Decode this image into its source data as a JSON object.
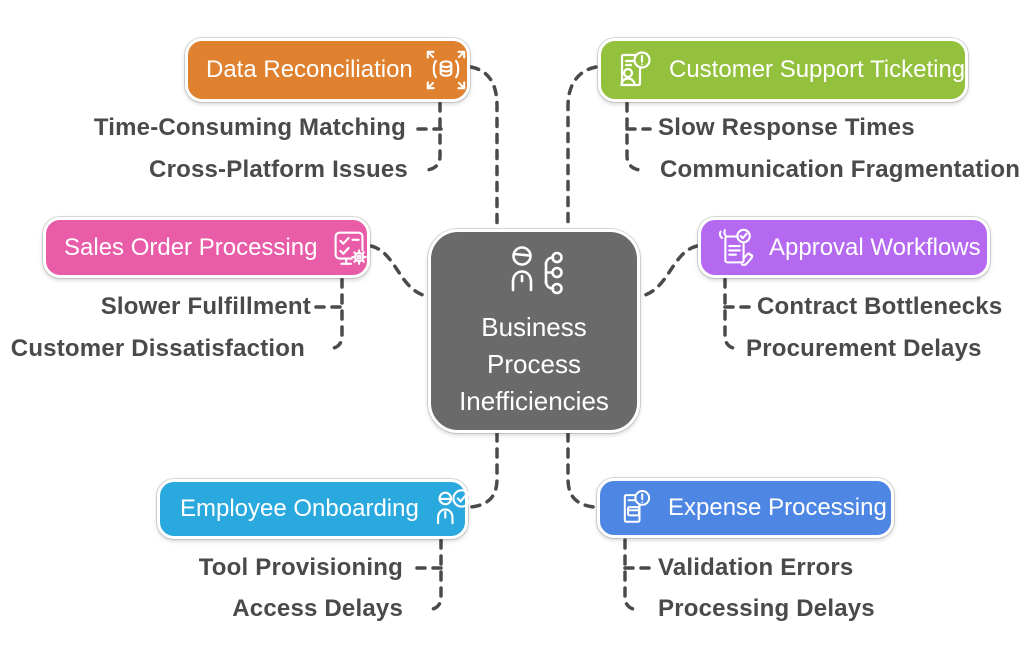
{
  "page": {
    "background": "#FFFFFF",
    "connector_color": "#4A4A4A",
    "text_color": "#4A4A4A"
  },
  "center": {
    "color": "#6A6A6A",
    "icon": "person-network-icon",
    "lines": [
      "Business",
      "Process",
      "Inefficiencies"
    ]
  },
  "branches": [
    {
      "label": "Data Reconciliation",
      "color": "#DF812F",
      "icon": "data-sync-icon",
      "children": [
        "Time-Consuming Matching",
        "Cross-Platform Issues"
      ]
    },
    {
      "label": "Customer Support Ticketing",
      "color": "#94C13D",
      "icon": "support-ticket-icon",
      "children": [
        "Slow Response Times",
        "Communication Fragmentation"
      ]
    },
    {
      "label": "Sales Order Processing",
      "color": "#E95CA8",
      "icon": "checklist-gear-icon",
      "children": [
        "Slower Fulfillment",
        "Customer Dissatisfaction"
      ]
    },
    {
      "label": "Approval Workflows",
      "color": "#B569F0",
      "icon": "contract-approval-icon",
      "children": [
        "Contract Bottlenecks",
        "Procurement Delays"
      ]
    },
    {
      "label": "Employee Onboarding",
      "color": "#29A9DD",
      "icon": "person-check-icon",
      "children": [
        "Tool Provisioning",
        "Access Delays"
      ]
    },
    {
      "label": "Expense Processing",
      "color": "#4E87E3",
      "icon": "receipt-alert-icon",
      "children": [
        "Validation Errors",
        "Processing Delays"
      ]
    }
  ]
}
